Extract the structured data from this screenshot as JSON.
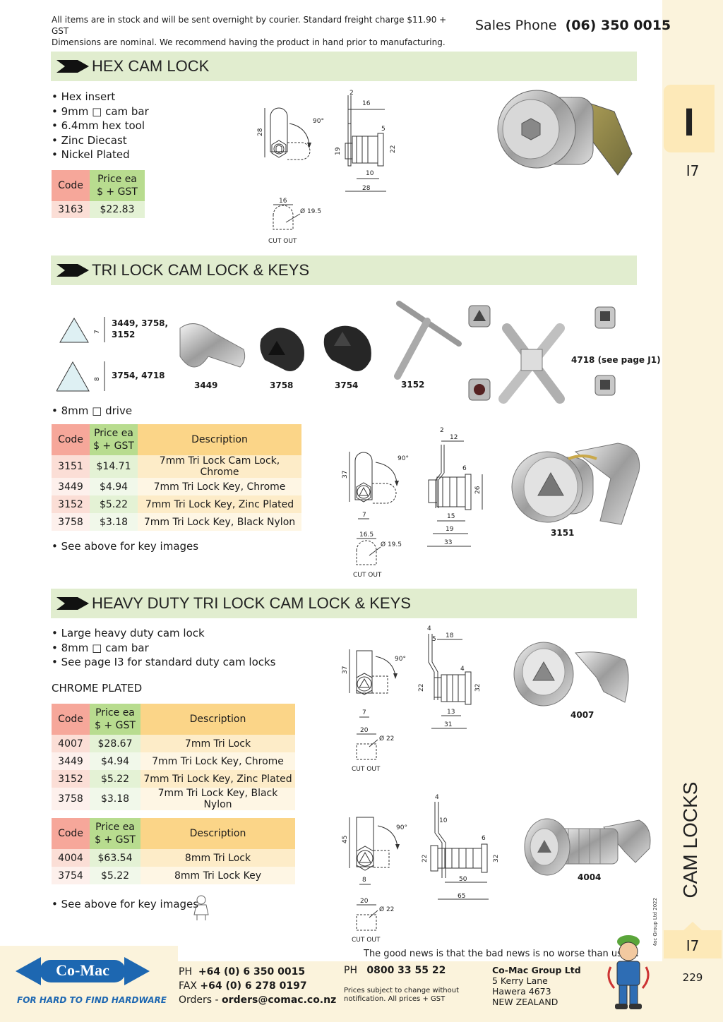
{
  "header": {
    "notice_line1": "All items are in stock and will be sent overnight by courier. Standard freight charge $11.90 + GST",
    "notice_line2": "Dimensions are nominal. We recommend having the product in hand prior to manufacturing.",
    "sales_label": "Sales Phone",
    "sales_number": "(06) 350 0015"
  },
  "sidebar": {
    "letter": "I",
    "section_code": "I7",
    "category": "CAM LOCKS",
    "copyright": "© Co-Mac Group Ltd 2022",
    "section_code_bottom": "I7",
    "page_number": "229"
  },
  "hex": {
    "title": "HEX CAM LOCK",
    "bullets": [
      "• Hex insert",
      "• 9mm □ cam bar",
      "• 6.4mm hex tool",
      "• Zinc Diecast",
      "• Nickel Plated"
    ],
    "table": {
      "headers": [
        "Code",
        "Price ea",
        "$ + GST"
      ],
      "rows": [
        {
          "code": "3163",
          "price": "$22.83"
        }
      ]
    },
    "dims": {
      "d90": "90°",
      "d28a": "28",
      "d2": "2",
      "d16": "16",
      "d5": "5",
      "d19": "19",
      "d22": "22",
      "d10": "10",
      "d28b": "28",
      "c16": "16",
      "c195": "Ø 19.5",
      "cutout": "CUT OUT"
    }
  },
  "tri": {
    "title": "TRI LOCK CAM LOCK & KEYS",
    "tri_small_dim": "7",
    "tri_small_codes": "3449, 3758,\n3152",
    "tri_large_dim": "8",
    "tri_large_codes": "3754, 4718",
    "key_captions": [
      "3449",
      "3758",
      "3754",
      "3152"
    ],
    "adapter_caption": "4718 (see page J1)",
    "bullet_drive": "• 8mm □ drive",
    "table": {
      "headers": [
        "Code",
        "Price ea",
        "$ + GST",
        "Description"
      ],
      "rows": [
        {
          "code": "3151",
          "price": "$14.71",
          "desc": "7mm Tri Lock Cam Lock, Chrome"
        },
        {
          "code": "3449",
          "price": "$4.94",
          "desc": "7mm Tri Lock Key, Chrome"
        },
        {
          "code": "3152",
          "price": "$5.22",
          "desc": "7mm Tri Lock Key, Zinc Plated"
        },
        {
          "code": "3758",
          "price": "$3.18",
          "desc": "7mm Tri Lock Key, Black Nylon"
        }
      ]
    },
    "bullet_see": "• See above for key images",
    "photo_caption": "3151",
    "dims": {
      "d37": "37",
      "d90": "90°",
      "d7": "7",
      "d165": "16.5",
      "c195": "Ø 19.5",
      "cutout": "CUT OUT",
      "d2": "2",
      "d12": "12",
      "d6": "6",
      "d26": "26",
      "d15": "15",
      "d19": "19",
      "d33": "33"
    }
  },
  "heavy": {
    "title": "HEAVY DUTY TRI LOCK CAM LOCK & KEYS",
    "bullets": [
      "• Large heavy duty cam lock",
      "• 8mm □ cam bar",
      "• See page I3 for standard duty cam locks"
    ],
    "finish": "CHROME PLATED",
    "table1": {
      "headers": [
        "Code",
        "Price ea",
        "$ + GST",
        "Description"
      ],
      "rows": [
        {
          "code": "4007",
          "price": "$28.67",
          "desc": "7mm  Tri Lock"
        },
        {
          "code": "3449",
          "price": "$4.94",
          "desc": "7mm Tri Lock Key, Chrome"
        },
        {
          "code": "3152",
          "price": "$5.22",
          "desc": "7mm Tri Lock Key, Zinc Plated"
        },
        {
          "code": "3758",
          "price": "$3.18",
          "desc": "7mm Tri Lock Key, Black Nylon"
        }
      ]
    },
    "table2": {
      "headers": [
        "Code",
        "Price ea",
        "$ + GST",
        "Description"
      ],
      "rows": [
        {
          "code": "4004",
          "price": "$63.54",
          "desc": "8mm Tri Lock"
        },
        {
          "code": "3754",
          "price": "$5.22",
          "desc": "8mm Tri Lock Key"
        }
      ]
    },
    "bullet_see": "• See above for key images",
    "photo1_caption": "4007",
    "photo2_caption": "4004",
    "dims1": {
      "d37": "37",
      "d90": "90°",
      "d7": "7",
      "d20": "20",
      "c22": "Ø 22",
      "cutout": "CUT OUT",
      "d4": "4",
      "d5": "5",
      "d18": "18",
      "d4b": "4",
      "d22": "22",
      "d32": "32",
      "d13": "13",
      "d31": "31"
    },
    "dims2": {
      "d45": "45",
      "d90": "90°",
      "d8": "8",
      "d20": "20",
      "c22": "Ø 22",
      "cutout": "CUT OUT",
      "d4": "4",
      "d10": "10",
      "d6": "6",
      "d22": "22",
      "d32": "32",
      "d50": "50",
      "d65": "65"
    }
  },
  "footer": {
    "tagline": "The good news is that the bad news is no worse than usual.",
    "logo_text": "Co-Mac",
    "logo_tag": "FOR HARD TO FIND HARDWARE",
    "ph_label": "PH",
    "ph_number": "+64 (0) 6 350 0015",
    "fax_label": "FAX",
    "fax_number": "+64 (0) 6 278 0197",
    "orders_label": "Orders -",
    "orders_email": "orders@comac.co.nz",
    "ph2_label": "PH",
    "ph2_number": "0800 33 55 22",
    "price_note": "Prices subject to change without\nnotification. All prices + GST",
    "company": "Co-Mac Group Ltd",
    "address1": "5 Kerry Lane",
    "address2": "Hawera 4673",
    "address3": "NEW ZEALAND"
  }
}
